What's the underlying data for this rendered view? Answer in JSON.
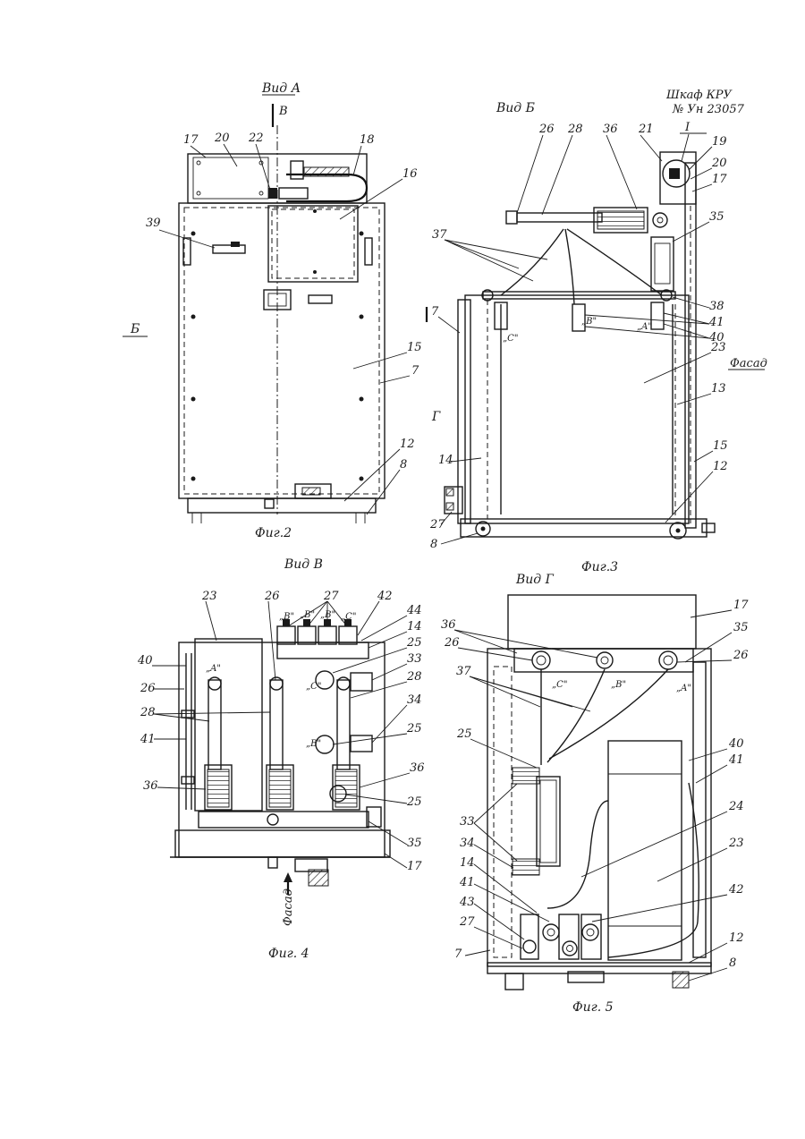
{
  "header": {
    "title": "Шкаф КРУ",
    "ref": "№ Ун 23057"
  },
  "figure2": {
    "view_label": "Вид А",
    "section_mark": "В",
    "side_mark": "Б",
    "caption": "Фиг.2",
    "labels": {
      "l17": "17",
      "l20": "20",
      "l22": "22",
      "l18": "18",
      "l16": "16",
      "l39": "39",
      "l15": "15",
      "l7": "7",
      "l12": "12",
      "l8": "8"
    }
  },
  "figure3": {
    "view_label": "Вид Б",
    "side_mark": "Г",
    "facade_label": "Фасад",
    "caption": "Фиг.3",
    "detail_label": "I",
    "phase_labels": {
      "c": "„C\"",
      "b": "„B\"",
      "a": "„A\""
    },
    "labels": {
      "l26": "26",
      "l28": "28",
      "l36": "36",
      "l21": "21",
      "l19": "19",
      "l20": "20",
      "l17": "17",
      "l35": "35",
      "l37": "37",
      "l38": "38",
      "l41": "41",
      "l40": "40",
      "l23": "23",
      "l13": "13",
      "l7": "7",
      "l14": "14",
      "l15": "15",
      "l12": "12",
      "l27": "27",
      "l8": "8"
    }
  },
  "figure4": {
    "view_label": "Вид В",
    "caption": "Фиг. 4",
    "facade_label": "Фасад",
    "phase_labels": {
      "a": "„A\"",
      "b": "„B\"",
      "c": "„C\""
    },
    "terminal_labels": [
      "„B\"",
      "„B\"",
      "„B\"",
      "„C\""
    ],
    "labels": {
      "l23": "23",
      "l26": "26",
      "l27": "27",
      "l42": "42",
      "l44": "44",
      "l14": "14",
      "l40": "40",
      "l25a": "25",
      "l33": "33",
      "l28a": "28",
      "l26b": "26",
      "l34": "34",
      "l28b": "28",
      "l41": "41",
      "l25b": "25",
      "l36a": "36",
      "l36b": "36",
      "l25c": "25",
      "l35": "35",
      "l17": "17"
    }
  },
  "figure5": {
    "view_label": "Вид Г",
    "caption": "Фиг. 5",
    "phase_labels": {
      "c": "„C\"",
      "b": "„B\"",
      "a": "„A\""
    },
    "labels": {
      "l17": "17",
      "l36": "36",
      "l35": "35",
      "l26a": "26",
      "l26b": "26",
      "l37": "37",
      "l40": "40",
      "l41a": "41",
      "l25": "25",
      "l24": "24",
      "l23": "23",
      "l33": "33",
      "l34": "34",
      "l14": "14",
      "l41b": "41",
      "l42": "42",
      "l43": "43",
      "l27": "27",
      "l12": "12",
      "l7": "7",
      "l8": "8"
    }
  }
}
